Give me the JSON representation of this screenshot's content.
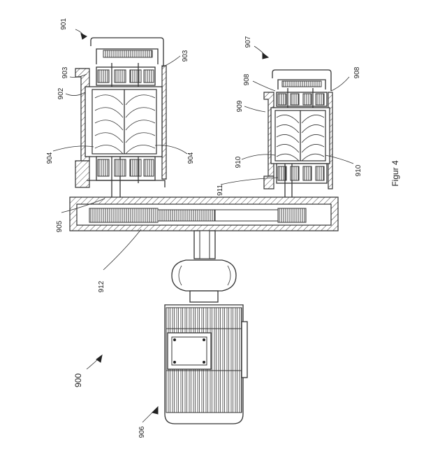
{
  "figure": {
    "title": "Figur 4"
  },
  "labels": {
    "l901": "901",
    "l902": "902",
    "l903a": "903",
    "l903b": "903",
    "l904a": "904",
    "l904b": "904",
    "l905": "905",
    "l906": "906",
    "l907": "907",
    "l908a": "908",
    "l908b": "908",
    "l909": "909",
    "l910a": "910",
    "l910b": "910",
    "l911": "911",
    "l912": "912",
    "l900": "900"
  }
}
